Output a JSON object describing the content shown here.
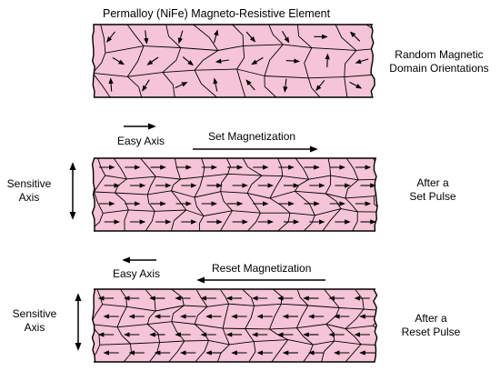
{
  "title": "Permalloy (NiFe) Magneto-Resistive Element",
  "panels": [
    {
      "state": "random",
      "caption_lines": [
        "Random Magnetic",
        "Domain Orientations"
      ]
    },
    {
      "state": "set",
      "easy_axis_label": "Easy Axis",
      "magnetization_label": "Set Magnetization",
      "sensitive_axis_lines": [
        "Sensitive",
        "Axis"
      ],
      "caption_lines": [
        "After a",
        "Set Pulse"
      ]
    },
    {
      "state": "reset",
      "easy_axis_label": "Easy Axis",
      "magnetization_label": "Reset Magnetization",
      "sensitive_axis_lines": [
        "Sensitive",
        "Axis"
      ],
      "caption_lines": [
        "After a",
        "Reset Pulse"
      ]
    }
  ],
  "colors": {
    "element_fill": "#f5c4d6",
    "outline": "#000000",
    "arrow": "#000000"
  }
}
